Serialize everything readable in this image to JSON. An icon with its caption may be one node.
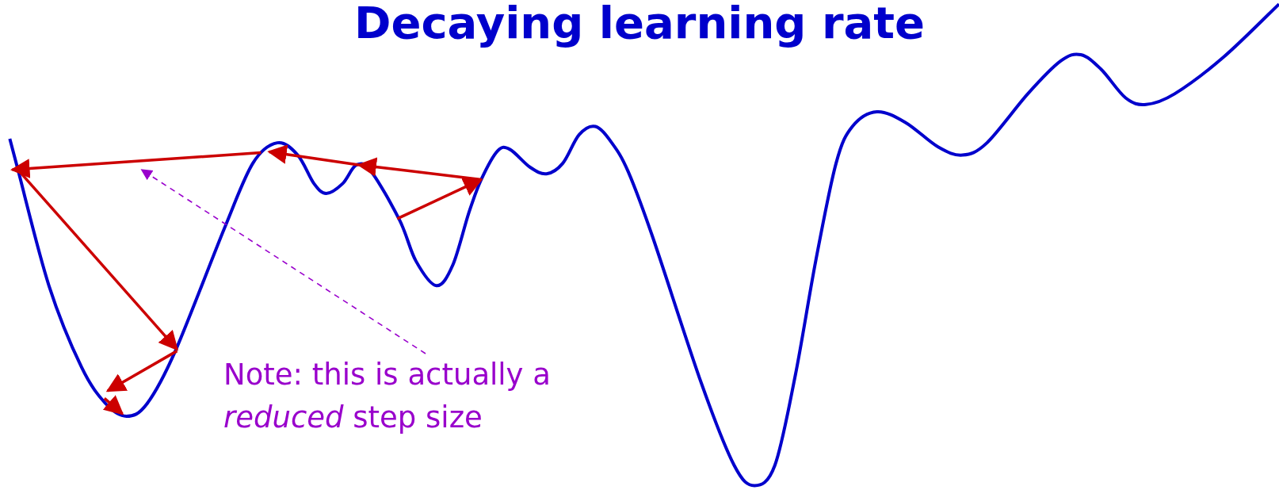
{
  "diagram": {
    "title": "Decaying learning rate",
    "nodes": [
      {
        "text": [
          "Note: this is actually a *reduced* step size"
        ]
      },
      {
        "text": [],
        "shape": "arrow"
      }
    ],
    "edges": [
      {
        "from": 0,
        "to": 1,
        "arrow": "to",
        "style": "dashed"
      }
    ]
  }
}
